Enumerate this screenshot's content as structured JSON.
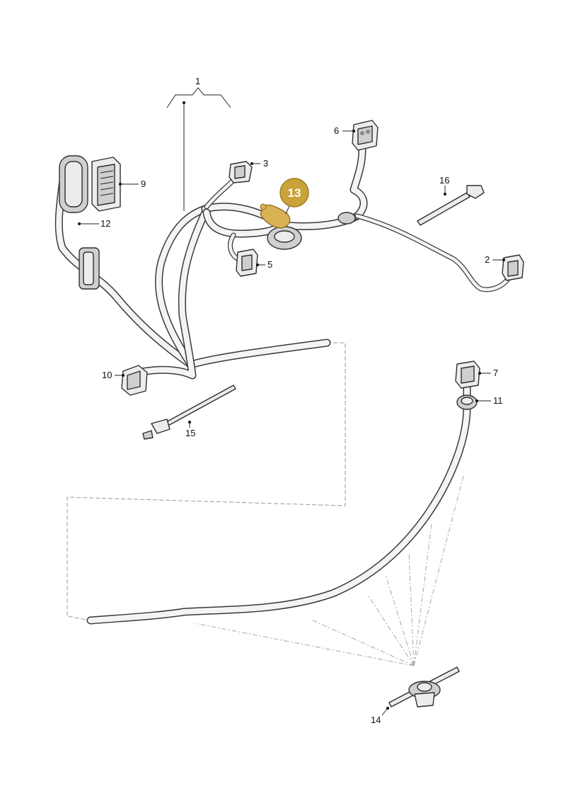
{
  "callouts": [
    {
      "id": "1",
      "label": "1"
    },
    {
      "id": "2",
      "label": "2"
    },
    {
      "id": "3",
      "label": "3"
    },
    {
      "id": "5",
      "label": "5"
    },
    {
      "id": "6",
      "label": "6"
    },
    {
      "id": "7",
      "label": "7"
    },
    {
      "id": "9",
      "label": "9"
    },
    {
      "id": "10",
      "label": "10"
    },
    {
      "id": "11",
      "label": "11"
    },
    {
      "id": "12",
      "label": "12"
    },
    {
      "id": "13",
      "label": "13"
    },
    {
      "id": "14",
      "label": "14"
    },
    {
      "id": "15",
      "label": "15"
    },
    {
      "id": "16",
      "label": "16"
    }
  ],
  "highlight": {
    "label": "13",
    "color": "#c9a23a"
  },
  "colors": {
    "wire": "#3a3a3a",
    "background": "#ffffff"
  }
}
